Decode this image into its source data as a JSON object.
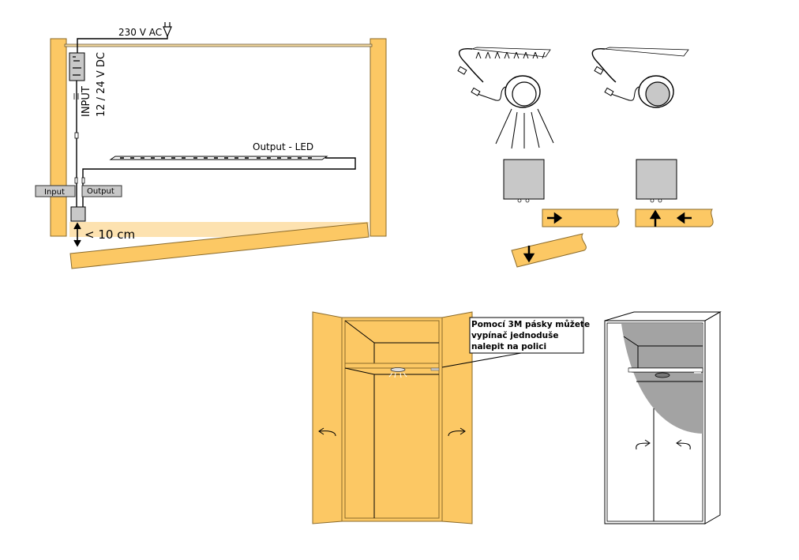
{
  "wiring_diagram": {
    "mains_label": "230 V AC",
    "input_vertical_label": "INPUT",
    "voltage_label": "12 / 24 V DC",
    "led_output_label": "Output - LED",
    "input_tag": "Input",
    "output_tag": "Output",
    "distance_label": "< 10 cm"
  },
  "wardrobe_callout": {
    "lines": [
      "Pomocí 3M pásky můžete",
      "vypínač jednoduše",
      "nalepit na polici"
    ]
  },
  "colors": {
    "wood": "#fcc864",
    "sensor_zone": "#fde2b0",
    "device_gray": "#c8c8c8",
    "interior_gray": "#a3a3a3"
  }
}
